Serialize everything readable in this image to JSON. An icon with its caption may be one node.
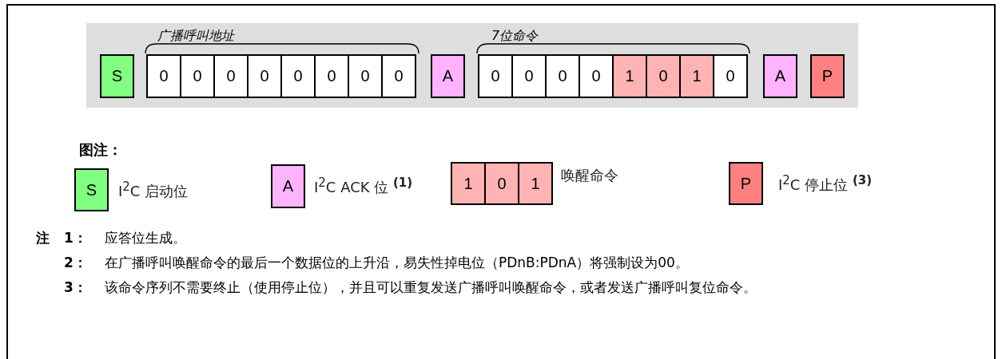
{
  "diagram": {
    "nodes": [
      {
        "text": [
          "S"
        ]
      },
      {
        "text": [
          "0"
        ]
      },
      {
        "text": [
          "0"
        ]
      },
      {
        "text": [
          "0"
        ]
      },
      {
        "text": [
          "0"
        ]
      },
      {
        "text": [
          "0"
        ]
      },
      {
        "text": [
          "0"
        ]
      },
      {
        "text": [
          "0"
        ]
      },
      {
        "text": [
          "0"
        ]
      },
      {
        "text": [
          "A"
        ]
      },
      {
        "text": [
          "0"
        ]
      },
      {
        "text": [
          "0"
        ]
      },
      {
        "text": [
          "0"
        ]
      },
      {
        "text": [
          "0"
        ]
      },
      {
        "text": [
          "1"
        ]
      },
      {
        "text": [
          "0"
        ]
      },
      {
        "text": [
          "1"
        ]
      },
      {
        "text": [
          "0"
        ]
      },
      {
        "text": [
          "A"
        ]
      },
      {
        "text": [
          "P"
        ]
      },
      {
        "text": [
          "S"
        ],
        "beside": [
          "I$^{2}$C 启动位"
        ]
      },
      {
        "text": [
          "A"
        ],
        "beside": [
          "I$^{2}$C ACK 位 **$^{(1)}$**"
        ]
      },
      {
        "text": [
          "1"
        ]
      },
      {
        "text": [
          "0"
        ]
      },
      {
        "text": [
          "1"
        ],
        "beside": [
          "唤醒命令"
        ]
      },
      {
        "text": [
          "P"
        ],
        "beside": [
          "I$^{2}$C 停止位 **$^{(3)}$**"
        ]
      }
    ],
    "labels": [
      "广播呼叫地址",
      "7位命令",
      "图注：",
      "注",
      "1：",
      "应答位生成。",
      "2：",
      "在广播呼叫唤醒命令的最后一个数据位的上升沿，易失性掉电位（PDnB:PDnA）将强制设为00。",
      "3：",
      "该命令序列不需要终止（使用停止位），并且可以重复发送广播呼叫唤醒命令，或者发送广播呼叫复位命令。"
    ]
  }
}
